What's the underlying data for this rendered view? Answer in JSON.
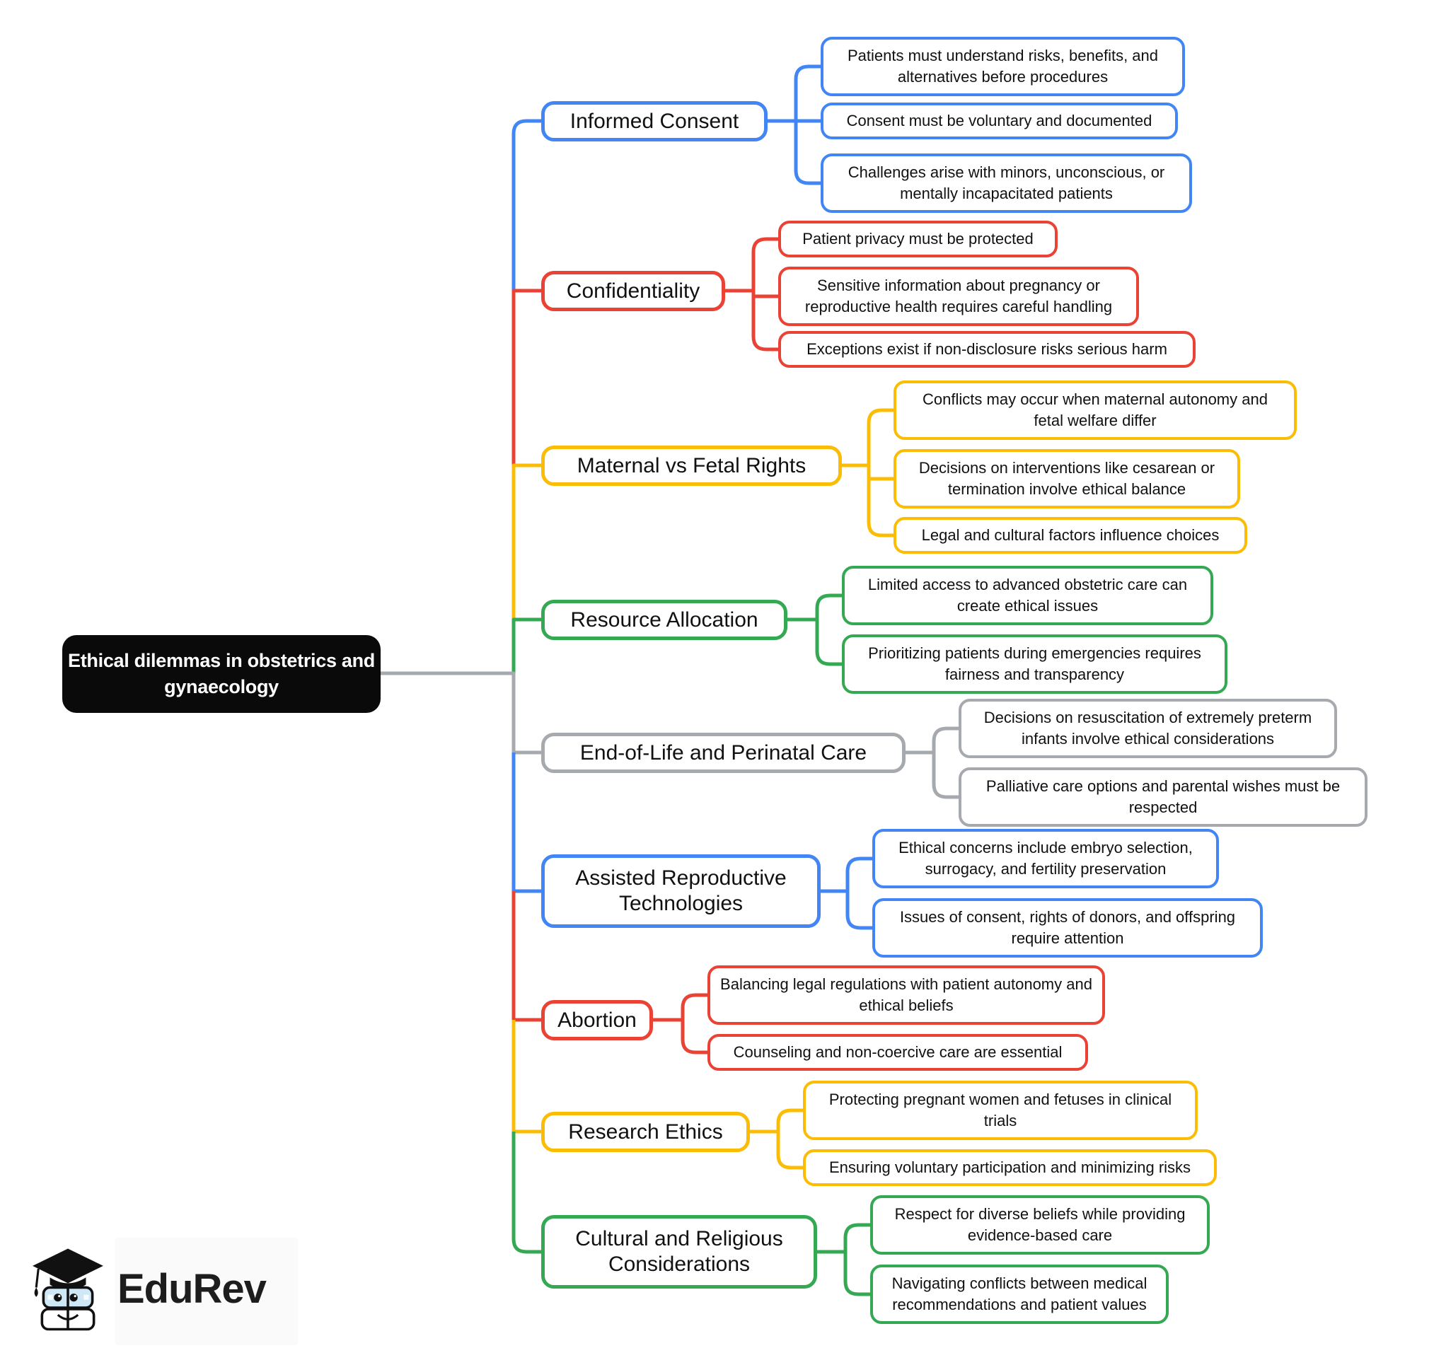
{
  "title": "Ethical dilemmas in obstetrics and gynaecology",
  "colors": {
    "blue": "#4285F4",
    "red": "#EA4335",
    "yellow": "#FBBC05",
    "green": "#34A853",
    "gray": "#A6A9AD",
    "central_background": "#0A0A0A",
    "central_text": "#FFFFFF"
  },
  "branches": [
    {
      "label": "Informed Consent",
      "color": "blue",
      "children": [
        "Patients must understand risks, benefits, and alternatives before procedures",
        "Consent must be voluntary and documented",
        "Challenges arise with minors, unconscious, or mentally incapacitated patients"
      ]
    },
    {
      "label": "Confidentiality",
      "color": "red",
      "children": [
        "Patient privacy must be protected",
        "Sensitive information about pregnancy or reproductive health requires careful handling",
        "Exceptions exist if non-disclosure risks serious harm"
      ]
    },
    {
      "label": "Maternal vs Fetal Rights",
      "color": "yellow",
      "children": [
        "Conflicts may occur when maternal autonomy and fetal welfare differ",
        "Decisions on interventions like cesarean or termination involve ethical balance",
        "Legal and cultural factors influence choices"
      ]
    },
    {
      "label": "Resource Allocation",
      "color": "green",
      "children": [
        "Limited access to advanced obstetric care can create ethical issues",
        "Prioritizing patients during emergencies requires fairness and transparency"
      ]
    },
    {
      "label": "End-of-Life and Perinatal Care",
      "color": "gray",
      "children": [
        "Decisions on resuscitation of extremely preterm infants involve ethical considerations",
        "Palliative care options and parental wishes must be respected"
      ]
    },
    {
      "label": "Assisted Reproductive Technologies",
      "color": "blue",
      "children": [
        "Ethical concerns include embryo selection, surrogacy, and fertility preservation",
        "Issues of consent, rights of donors, and offspring require attention"
      ]
    },
    {
      "label": "Abortion",
      "color": "red",
      "children": [
        "Balancing legal regulations with patient autonomy and ethical beliefs",
        "Counseling and non-coercive care are essential"
      ]
    },
    {
      "label": "Research Ethics",
      "color": "yellow",
      "children": [
        "Protecting pregnant women and fetuses in clinical trials",
        "Ensuring voluntary participation and minimizing risks"
      ]
    },
    {
      "label": "Cultural and Religious Considerations",
      "color": "green",
      "children": [
        "Respect for diverse beliefs while providing evidence-based care",
        "Navigating conflicts between medical recommendations and patient values"
      ]
    }
  ],
  "logo": {
    "brand": "EduRev",
    "mascot_icon": "graduation-cap-books-mascot"
  }
}
